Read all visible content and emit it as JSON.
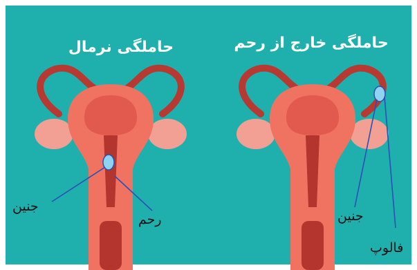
{
  "panels": {
    "normal": {
      "title": "حاملگی نرمال",
      "labels": {
        "embryo": "جنین",
        "uterus": "رحم"
      }
    },
    "ectopic": {
      "title": "حاملگی خارج از رحم",
      "labels": {
        "embryo": "جنین",
        "fallopian": "فالوپ"
      }
    }
  },
  "colors": {
    "background": "#1fb0ad",
    "uterus_body": "#f07361",
    "uterus_inner": "#e25a4e",
    "cavity": "#b3352e",
    "tube": "#b73a32",
    "ovary": "#f2a093",
    "embryo": "#8fd3f0",
    "leader_line": "#2a4fb5",
    "frame": "#ffffff"
  },
  "icons": [
    "uterus-illustration",
    "ovary-shape",
    "embryo-dot"
  ]
}
